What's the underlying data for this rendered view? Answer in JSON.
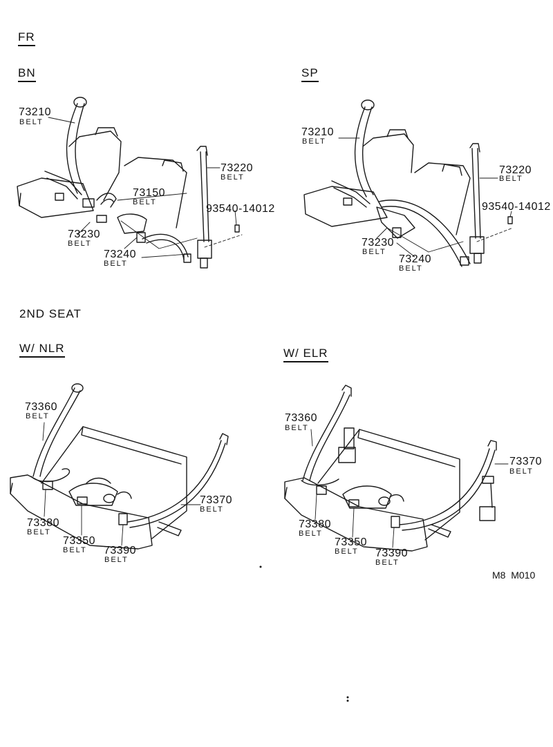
{
  "headers": {
    "fr": "FR",
    "bn": "BN",
    "sp": "SP",
    "second_seat": "2ND SEAT",
    "w_nlr": "W/ NLR",
    "w_elr": "W/ ELR"
  },
  "parts": {
    "bn": [
      {
        "number": "73210",
        "name": "BELT"
      },
      {
        "number": "73220",
        "name": "BELT"
      },
      {
        "number": "73150",
        "name": "BELT"
      },
      {
        "number": "93540-14012",
        "name": ""
      },
      {
        "number": "73230",
        "name": "BELT"
      },
      {
        "number": "73240",
        "name": "BELT"
      }
    ],
    "sp": [
      {
        "number": "73210",
        "name": "BELT"
      },
      {
        "number": "73220",
        "name": "BELT"
      },
      {
        "number": "93540-14012",
        "name": ""
      },
      {
        "number": "73230",
        "name": "BELT"
      },
      {
        "number": "73240",
        "name": "BELT"
      }
    ],
    "nlr": [
      {
        "number": "73360",
        "name": "BELT"
      },
      {
        "number": "73370",
        "name": "BELT"
      },
      {
        "number": "73380",
        "name": "BELT"
      },
      {
        "number": "73350",
        "name": "BELT"
      },
      {
        "number": "73390",
        "name": "BELT"
      }
    ],
    "elr": [
      {
        "number": "73360",
        "name": "BELT"
      },
      {
        "number": "73370",
        "name": "BELT"
      },
      {
        "number": "73380",
        "name": "BELT"
      },
      {
        "number": "73350",
        "name": "BELT"
      },
      {
        "number": "73390",
        "name": "BELT"
      }
    ]
  },
  "figure_code": "M8  M010"
}
